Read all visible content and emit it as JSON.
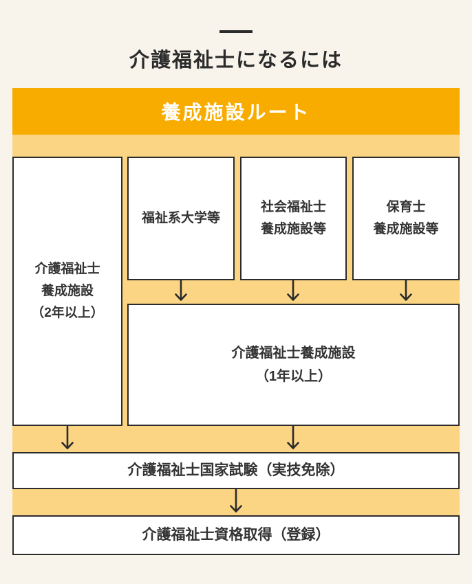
{
  "title": {
    "text": "介護福祉士になるには"
  },
  "banner": {
    "label": "養成施設ルート"
  },
  "boxes": {
    "care_worker_2yr": {
      "line1": "介護福祉士",
      "line2": "養成施設",
      "line3": "（2年以上）"
    },
    "welfare_university": {
      "line1": "福祉系大学等"
    },
    "social_worker": {
      "line1": "社会福祉士",
      "line2": "養成施設等"
    },
    "childcare_worker": {
      "line1": "保育士",
      "line2": "養成施設等"
    },
    "care_worker_1yr": {
      "line1": "介護福祉士養成施設",
      "line2": "（1年以上）"
    },
    "national_exam": {
      "label": "介護福祉士国家試験（実技免除）"
    },
    "certification": {
      "label": "介護福祉士資格取得（登録）"
    }
  },
  "colors": {
    "background": "#F8F4EC",
    "banner_orange": "#F8AC00",
    "panel_light_orange": "#FBD584",
    "box_background": "#FFFFFF",
    "border": "#2B2B2B",
    "text": "#333333",
    "banner_text": "#FFFFFF"
  }
}
